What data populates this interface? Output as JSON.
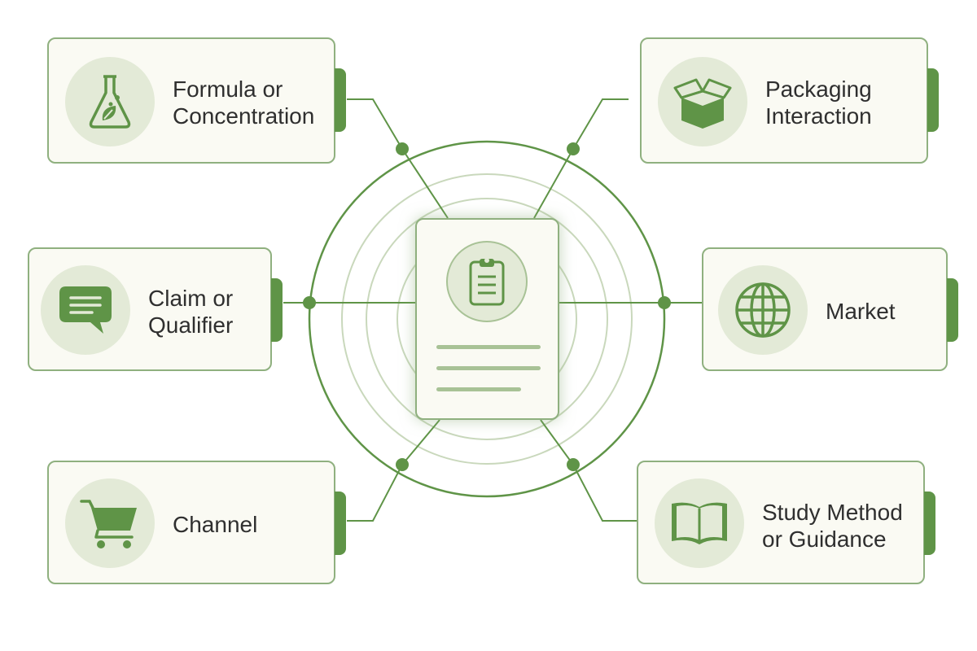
{
  "colors": {
    "accent": "#5f9447",
    "border": "#8fb07f",
    "ring": "#c9d8bc",
    "card_bg": "#fafaf3",
    "icon_bg": "#e3ead7",
    "text": "#2f2f2f"
  },
  "center": {
    "icon": "clipboard-icon"
  },
  "nodes": [
    {
      "id": "formula",
      "label": "Formula or\nConcentration",
      "icon": "flask-leaf-icon"
    },
    {
      "id": "packaging",
      "label": "Packaging\nInteraction",
      "icon": "box-icon"
    },
    {
      "id": "claim",
      "label": "Claim or\nQualifier",
      "icon": "speech-bubble-icon"
    },
    {
      "id": "market",
      "label": "Market",
      "icon": "globe-icon"
    },
    {
      "id": "channel",
      "label": "Channel",
      "icon": "cart-icon"
    },
    {
      "id": "study",
      "label": "Study Method\nor Guidance",
      "icon": "book-icon"
    }
  ]
}
